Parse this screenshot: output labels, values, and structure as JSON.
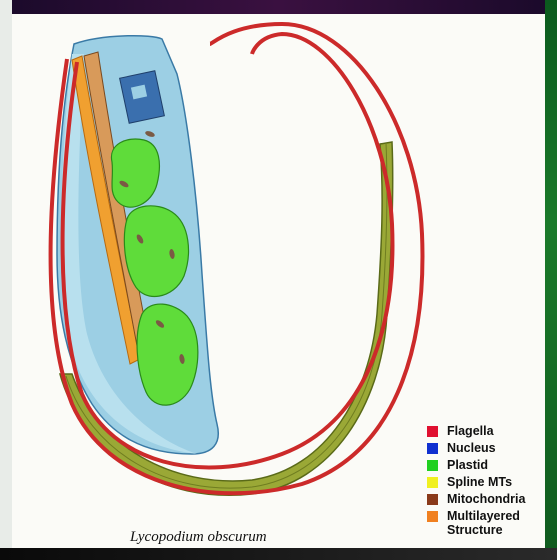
{
  "caption": "Lycopodium obscurum",
  "colors": {
    "flagella": "#cc2a2a",
    "nucleus": "#3a6fae",
    "plastid": "#5fdc3a",
    "spline": "#8c9a30",
    "mito": "#7a5a44",
    "mls": "#f0a030",
    "cell": "#9ccfe4",
    "bg": "#fbfbf7"
  },
  "legend": [
    {
      "label": "Flagella",
      "color": "#e01030"
    },
    {
      "label": "Nucleus",
      "color": "#1030d0"
    },
    {
      "label": "Plastid",
      "color": "#20d020"
    },
    {
      "label": "Spline MTs",
      "color": "#f0f020"
    },
    {
      "label": "Mitochondria",
      "color": "#8a3a1a"
    },
    {
      "label": "Multilayered Structure",
      "color": "#f08020"
    }
  ]
}
